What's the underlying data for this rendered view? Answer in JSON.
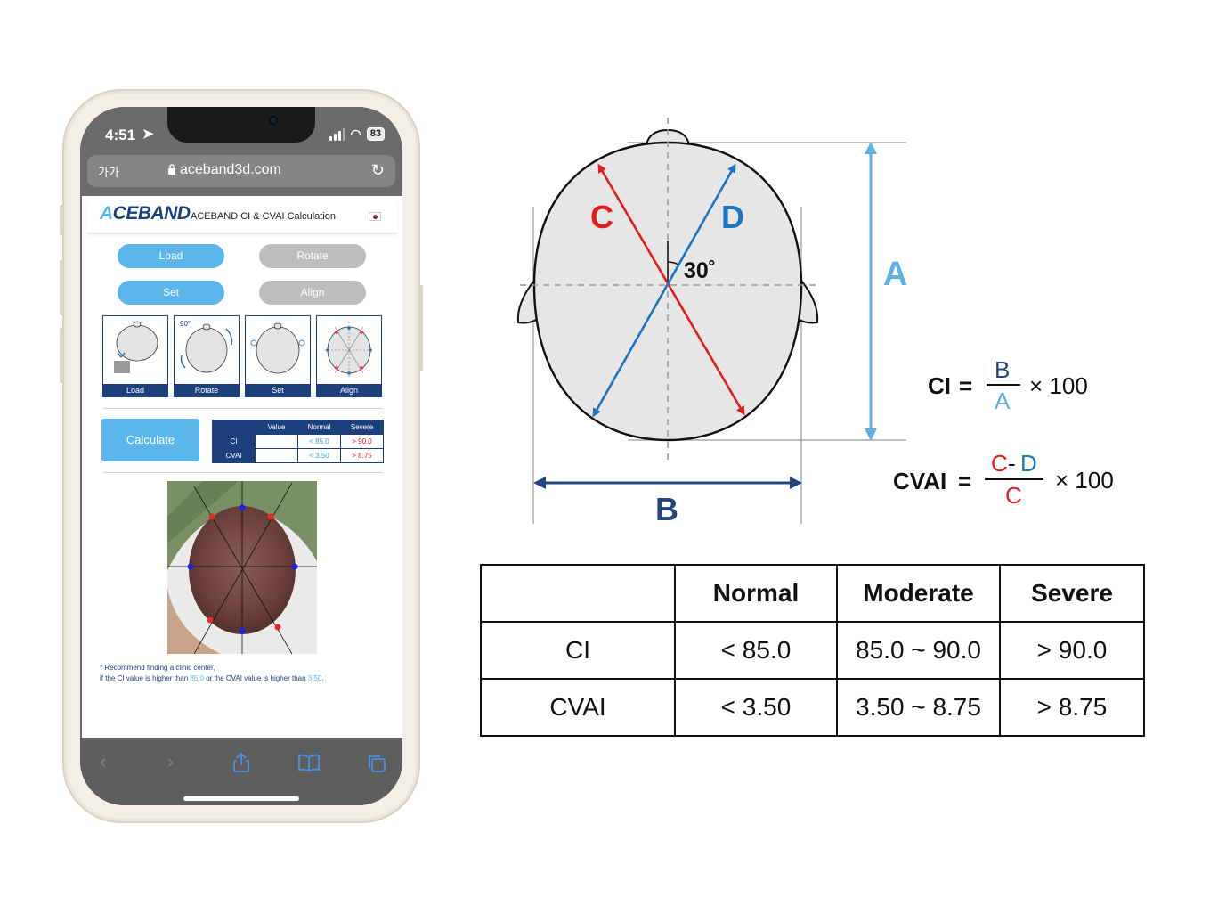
{
  "phone": {
    "status_time": "4:51",
    "battery": "83",
    "address": {
      "text_size": "가가",
      "url": "aceband3d.com"
    },
    "web": {
      "logo_a": "A",
      "logo_rest": "CEBAND",
      "title": "ACEBAND CI & CVAI Calculation",
      "buttons": {
        "load": "Load",
        "rotate": "Rotate",
        "set": "Set",
        "align": "Align"
      },
      "steps": [
        "Load",
        "Rotate",
        "Set",
        "Align"
      ],
      "rotate_angle": "90°",
      "calculate": "Calculate",
      "mini_table": {
        "headers": [
          "",
          "Value",
          "Normal",
          "Severe"
        ],
        "rows": [
          {
            "label": "CI",
            "value": "",
            "normal": "< 85.0",
            "severe": "> 90.0"
          },
          {
            "label": "CVAI",
            "value": "",
            "normal": "< 3.50",
            "severe": "> 8.75"
          }
        ]
      },
      "note": {
        "line1": "* Recommend finding a clinic center,",
        "line2_a": "if the CI value is higher than ",
        "line2_ci": "85.0",
        "line2_b": " or the CVAI value is higher than ",
        "line2_cvai": "3.50",
        "line2_c": "."
      }
    }
  },
  "diagram": {
    "label_a": "A",
    "label_b": "B",
    "label_c": "C",
    "label_d": "D",
    "angle": "30˚",
    "colors": {
      "a": "#5cb0e2",
      "b": "#23457f",
      "c": "#e31c1c",
      "d": "#1f74c0"
    }
  },
  "formulas": {
    "ci": {
      "name": "CI",
      "eq": "=",
      "num": "B",
      "den": "A",
      "mult": "× 100"
    },
    "cvai": {
      "name": "CVAI",
      "eq": "=",
      "num_c": "C",
      "num_minus": "-",
      "num_d": "D",
      "den": "C",
      "mult": "× 100"
    }
  },
  "severity_table": {
    "headers": [
      "",
      "Normal",
      "Moderate",
      "Severe"
    ],
    "rows": [
      {
        "label": "CI",
        "normal": "< 85.0",
        "moderate": "85.0 ~ 90.0",
        "severe": "> 90.0"
      },
      {
        "label": "CVAI",
        "normal": "< 3.50",
        "moderate": "3.50 ~ 8.75",
        "severe": "> 8.75"
      }
    ]
  }
}
